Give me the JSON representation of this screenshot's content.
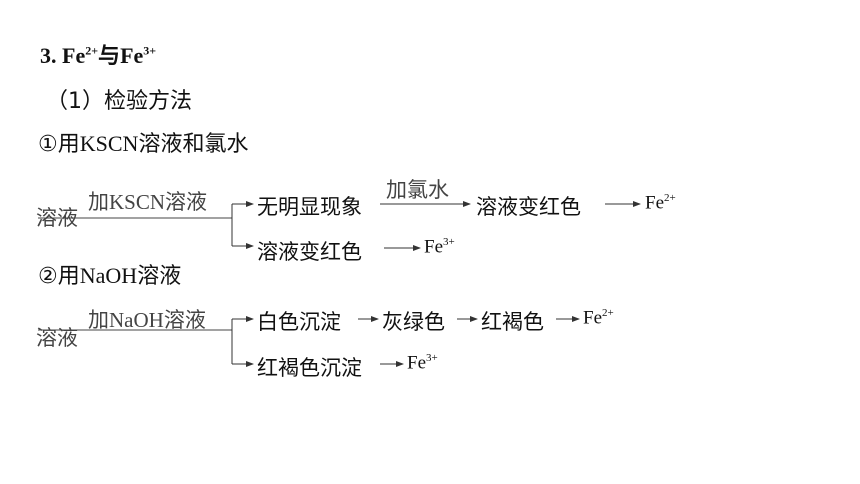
{
  "heading": {
    "number": "3.",
    "ion_a": "Fe",
    "charge_a": "2+",
    "conjunction": "与",
    "ion_b": "Fe",
    "charge_b": "3+"
  },
  "subheading": "（1）检验方法",
  "method1": {
    "marker": "①",
    "title_prefix": "用",
    "reagent": "KSCN",
    "title_suffix": "溶液和氯水",
    "start": "溶液",
    "arrow_label_latin": "加KSCN",
    "arrow_label_cn": "溶液",
    "branch1": {
      "observation": "无明显现象",
      "second_label": "加氯水",
      "result": "溶液变红色",
      "ion": "Fe",
      "charge": "2+"
    },
    "branch2": {
      "result": "溶液变红色",
      "ion": "Fe",
      "charge": "3+"
    }
  },
  "method2": {
    "marker": "②",
    "title_prefix": "用",
    "reagent": "NaOH",
    "title_suffix": "溶液",
    "start": "溶液",
    "arrow_label_latin": "加NaOH",
    "arrow_label_cn": "溶液",
    "branch1": {
      "step1": "白色沉淀",
      "step2": "灰绿色",
      "step3": "红褐色",
      "ion": "Fe",
      "charge": "2+"
    },
    "branch2": {
      "result": "红褐色沉淀",
      "ion": "Fe",
      "charge": "3+"
    }
  }
}
